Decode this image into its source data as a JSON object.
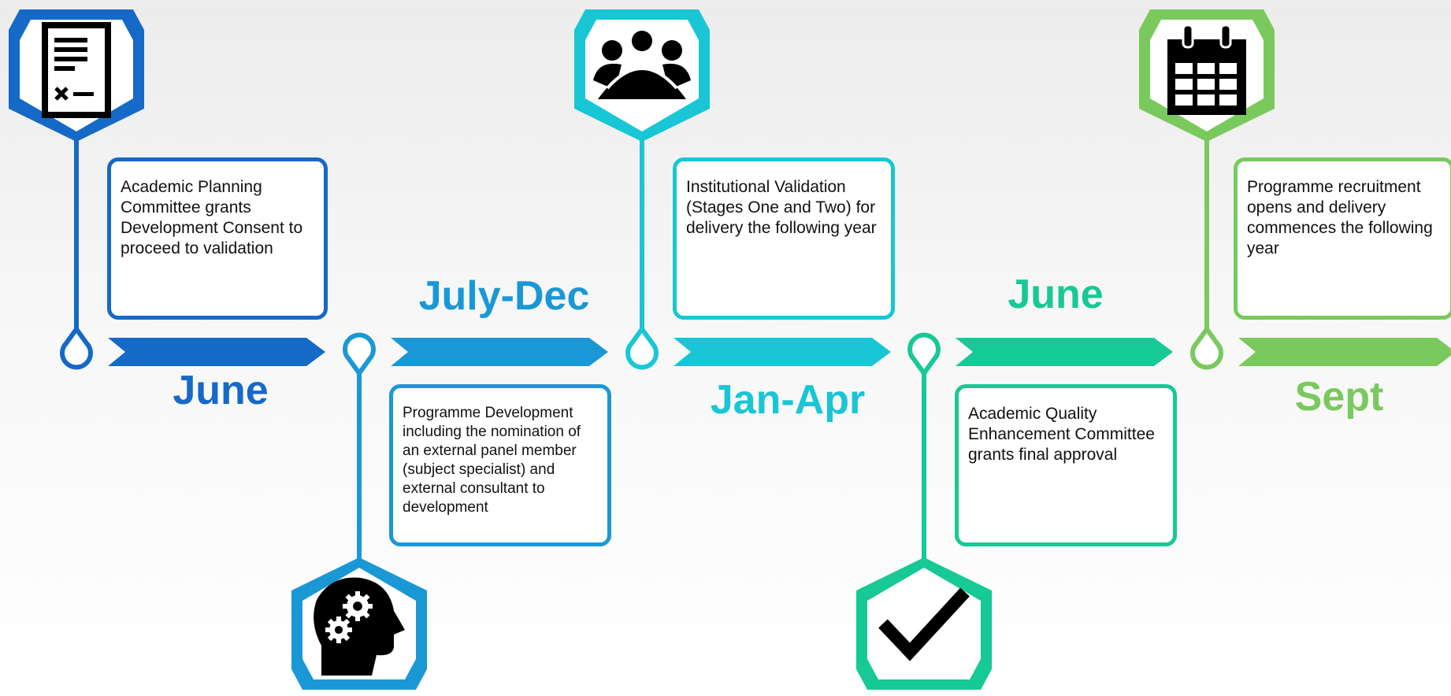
{
  "colors": {
    "stage1": "#1569c7",
    "stage2": "#1a98d5",
    "stage3": "#18c6d6",
    "stage4": "#17c994",
    "stage5": "#79c95d",
    "text": "#111111",
    "box_bg": "#ffffff"
  },
  "stages": [
    {
      "period": "June",
      "description": "Academic Planning Committee grants Development Consent to proceed to validation",
      "icon": "document-icon",
      "color": "#1569c7"
    },
    {
      "period": "July-Dec",
      "description": "Programme Development including the nomination of an external panel member (subject specialist) and external consultant to development",
      "icon": "head-gears-icon",
      "color": "#1a98d5"
    },
    {
      "period": "Jan-Apr",
      "description": "Institutional Validation (Stages One and Two) for delivery the following year",
      "icon": "meeting-icon",
      "color": "#18c6d6"
    },
    {
      "period": "June",
      "description": "Academic Quality Enhancement Committee grants final approval",
      "icon": "checkmark-icon",
      "color": "#17c994"
    },
    {
      "period": "Sept",
      "description": "Programme recruitment opens and delivery commences the following year",
      "icon": "calendar-icon",
      "color": "#79c95d"
    }
  ]
}
